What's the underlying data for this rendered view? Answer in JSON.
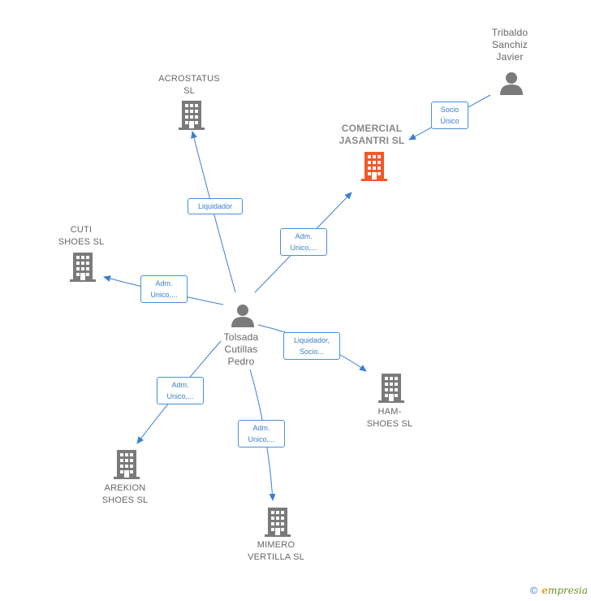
{
  "nodes": {
    "acrostatus": "ACROSTATUS\nSL",
    "comercial": "COMERCIAL\nJASANTRI SL",
    "cuti": "CUTI\nSHOES SL",
    "ham": "HAM-\nSHOES SL",
    "arekion": "AREKION\nSHOES SL",
    "mimero": "MIMERO\nVERTILLA SL",
    "tolsada": "Tolsada\nCutillas\nPedro",
    "tribaldo": "Tribaldo\nSanchiz\nJavier"
  },
  "edges": {
    "socio_unico": "Socio\nÚnico",
    "liquidador": "Liquidador",
    "adm_comercial": "Adm.\nUnico,...",
    "adm_cuti": "Adm.\nUnico,...",
    "liq_socio_ham": "Liquidador,\nSocio...",
    "adm_arekion": "Adm.\nUnico,...",
    "adm_mimero": "Adm.\nUnico,..."
  },
  "colors": {
    "company": "#7a7a7a",
    "highlight": "#f05a28",
    "person": "#7a7a7a",
    "edge": "#3b7fcc"
  },
  "footer": {
    "copyright": "©",
    "brand_e": "e",
    "brand_rest": "mpresia"
  }
}
